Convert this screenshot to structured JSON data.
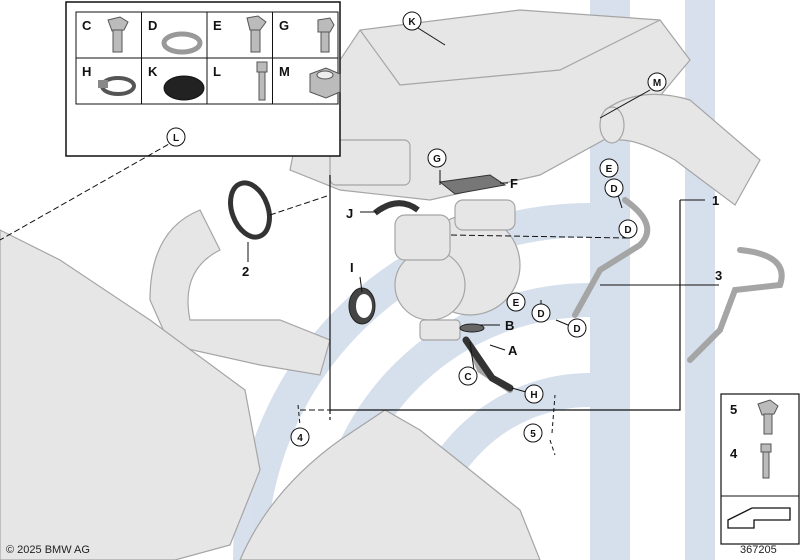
{
  "copyright": "© 2025 BMW AG",
  "diagram_number": "367205",
  "legend": {
    "hardware": [
      "C",
      "D",
      "E",
      "G",
      "H",
      "K",
      "L",
      "M"
    ],
    "side": [
      "5",
      "4"
    ]
  },
  "callouts": {
    "numbers": [
      "1",
      "2",
      "3",
      "4",
      "5"
    ],
    "letters": [
      "A",
      "B",
      "C",
      "D",
      "E",
      "F",
      "G",
      "H",
      "I",
      "J",
      "K",
      "L",
      "M"
    ]
  },
  "colors": {
    "watermark": "#c9d6e6",
    "part_fill": "#e6e6e6",
    "part_stroke": "#a5a5a5",
    "line": "#111111"
  }
}
